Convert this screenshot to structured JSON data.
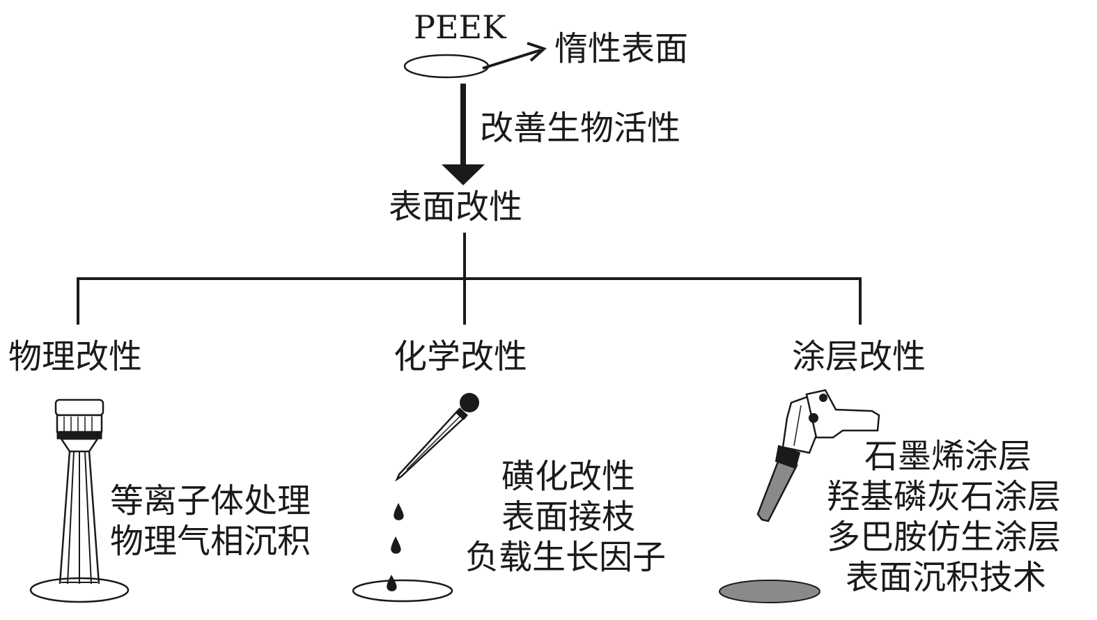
{
  "top": {
    "material": "PEEK",
    "inert_surface": "惰性表面",
    "improve_label": "改善生物活性"
  },
  "root": {
    "label": "表面改性"
  },
  "branches": {
    "physical": {
      "title": "物理改性",
      "methods": [
        "等离子体处理",
        "物理气相沉积"
      ]
    },
    "chemical": {
      "title": "化学改性",
      "methods": [
        "磺化改性",
        "表面接枝",
        "负载生长因子"
      ]
    },
    "coating": {
      "title": "涂层改性",
      "methods": [
        "石墨烯涂层",
        "羟基磷灰石涂层",
        "多巴胺仿生涂层",
        "表面沉积技术"
      ]
    }
  },
  "colors": {
    "line": "#1a1a1a",
    "coating_disc": "#8a8a8a",
    "pen_body": "#8a8a8a"
  },
  "icons": {
    "plasma": "plasma-torch-icon",
    "chemical": "dropper-icon",
    "coating": "spray-gun-icon"
  }
}
